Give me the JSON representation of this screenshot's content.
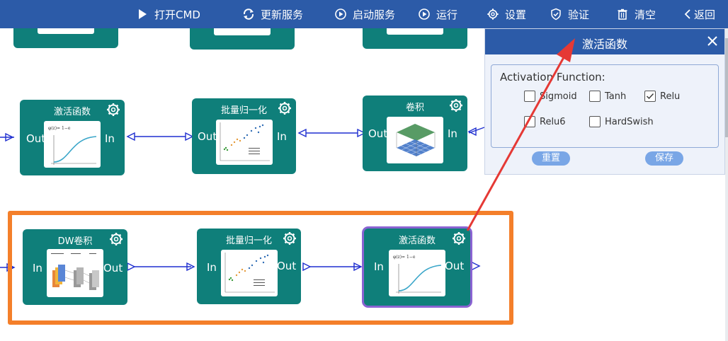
{
  "toolbar": {
    "items": [
      {
        "label": "打开CMD",
        "icon": "play-icon"
      },
      {
        "label": "更新服务",
        "icon": "refresh-icon"
      },
      {
        "label": "启动服务",
        "icon": "start-icon"
      },
      {
        "label": "运行",
        "icon": "run-icon"
      },
      {
        "label": "设置",
        "icon": "gear-icon"
      },
      {
        "label": "验证",
        "icon": "shield-icon"
      },
      {
        "label": "清空",
        "icon": "trash-icon"
      },
      {
        "label": "返回",
        "icon": "chevron-left-icon"
      }
    ]
  },
  "nodes": {
    "row2": [
      {
        "title": "激活函数",
        "in": "In",
        "out": "Out"
      },
      {
        "title": "批量归一化",
        "in": "In",
        "out": "Out"
      },
      {
        "title": "卷积",
        "in": "In",
        "out": "Out"
      }
    ],
    "row3": [
      {
        "title": "DW卷积",
        "in": "In",
        "out": "Out"
      },
      {
        "title": "批量归一化",
        "in": "In",
        "out": "Out"
      },
      {
        "title": "激活函数",
        "in": "In",
        "out": "Out"
      }
    ]
  },
  "panel": {
    "title": "激活函数",
    "legend": "Activation Function:",
    "options": [
      {
        "label": "Sigmoid",
        "checked": false
      },
      {
        "label": "Tanh",
        "checked": false
      },
      {
        "label": "Relu",
        "checked": true
      },
      {
        "label": "Relu6",
        "checked": false
      },
      {
        "label": "HardSwish",
        "checked": false
      }
    ],
    "reset_label": "重置",
    "save_label": "保存"
  },
  "colors": {
    "topbar": "#2c5ba8",
    "node": "#0f7f7a",
    "wire": "#1f2fd0",
    "group_border": "#f47f2a",
    "selected_border": "#8a63d2",
    "arrow": "#e53935",
    "panel_button": "#79a6e6"
  }
}
